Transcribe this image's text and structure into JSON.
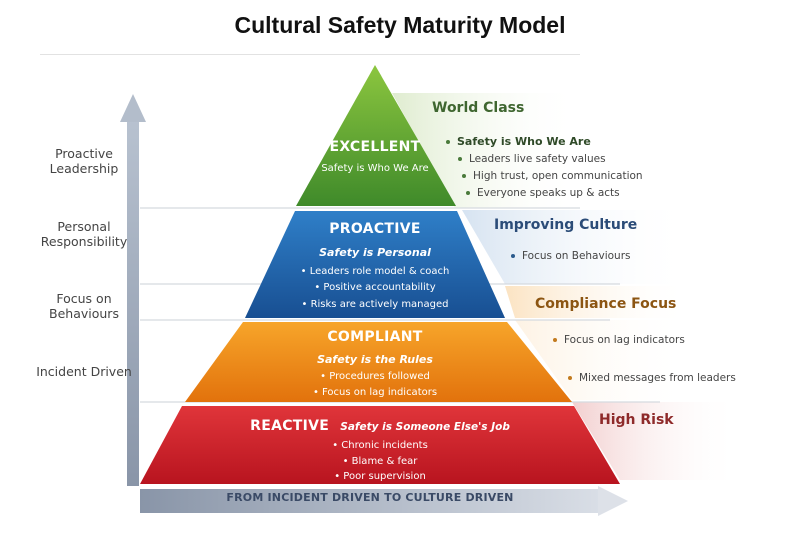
{
  "title": "Cultural Safety Maturity Model",
  "side_labels": [
    "Proactive Leadership",
    "Personal Responsibility",
    "Focus on Behaviours",
    "Incident Driven"
  ],
  "bottom_arrow_label": "FROM INCIDENT DRIVEN TO CULTURE DRIVEN",
  "tiers": [
    {
      "name": "EXCELLENT",
      "subtitle": "Safety is Who We Are",
      "bullets": []
    },
    {
      "name": "PROACTIVE",
      "subtitle": "Safety is Personal",
      "bullets": [
        "Leaders role model & coach",
        "Positive accountability",
        "Risks are actively managed"
      ]
    },
    {
      "name": "COMPLIANT",
      "subtitle": "Safety is the Rules",
      "bullets": [
        "Procedures followed",
        "Focus on lag indicators"
      ]
    },
    {
      "name": "REACTIVE",
      "subtitle": "Safety is Someone Else's Job",
      "bullets": [
        "Chronic incidents",
        "Blame & fear",
        "Poor supervision"
      ]
    }
  ],
  "right_bands": [
    {
      "title": "World Class",
      "items": [
        "Safety is Who We Are",
        "Leaders live safety values",
        "High trust, open communication",
        "Everyone speaks up & acts"
      ]
    },
    {
      "title": "Improving Culture",
      "items": [
        "Focus on Behaviours"
      ]
    },
    {
      "title": "Compliance Focus",
      "items": [
        "Focus on lag indicators",
        "Mixed messages from leaders"
      ]
    },
    {
      "title": "High Risk",
      "items": []
    }
  ],
  "colors": {
    "excellent": "#5ea73a",
    "proactive": "#1f63ae",
    "compliant": "#ee8a14",
    "reactive": "#d4232e",
    "world_class_text": "#3f6630",
    "improving_text": "#2b4c78",
    "compliance_text": "#8c5512",
    "high_risk_text": "#8e2a2a"
  }
}
